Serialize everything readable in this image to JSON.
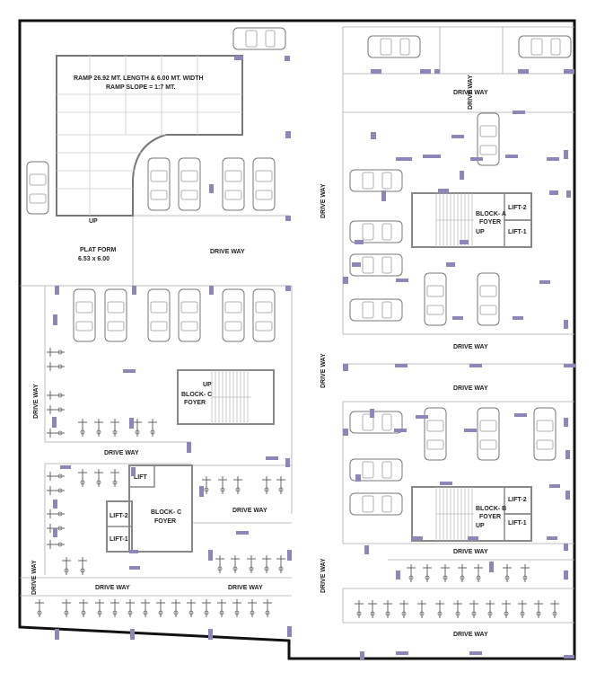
{
  "plan": {
    "ramp_line1": "RAMP 26.92 MT. LENGTH & 6.00 MT. WIDTH",
    "ramp_line2": "RAMP SLOPE = 1:7 MT.",
    "ramp_up": "UP",
    "platform_line1": "PLAT FORM",
    "platform_line2": "6.53 x 6.00",
    "drive_way": "DRIVE WAY",
    "up": "UP",
    "lift": "LIFT",
    "lift1": "LIFT-1",
    "lift2": "LIFT-2",
    "block_a_line1": "BLOCK- A",
    "block_a_line2": "FOYER",
    "block_b_line1": "BLOCK- B",
    "block_b_line2": "FOYER",
    "block_c_line1": "BLOCK- C",
    "block_c_line2": "FOYER",
    "block_c2_line1": "BLOCK- C",
    "block_c2_line2": "FOYER"
  },
  "colors": {
    "wall": "#111111",
    "partition": "#999999",
    "column": "#8c87b8",
    "foyer_wall": "#888888"
  },
  "icons": [
    "car-icon",
    "bike-icon",
    "staircase-icon",
    "lift-icon"
  ]
}
